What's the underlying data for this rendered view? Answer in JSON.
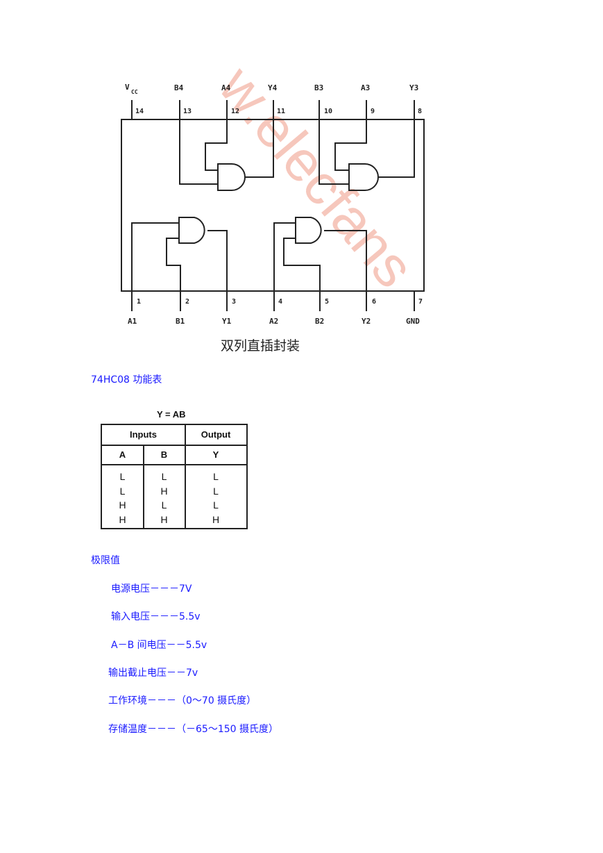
{
  "diagram": {
    "top_pins": [
      {
        "label": "V",
        "sub": "CC",
        "num": "14"
      },
      {
        "label": "B4",
        "num": "13"
      },
      {
        "label": "A4",
        "num": "12"
      },
      {
        "label": "Y4",
        "num": "11"
      },
      {
        "label": "B3",
        "num": "10"
      },
      {
        "label": "A3",
        "num": "9"
      },
      {
        "label": "Y3",
        "num": "8"
      }
    ],
    "bottom_pins": [
      {
        "label": "A1",
        "num": "1"
      },
      {
        "label": "B1",
        "num": "2"
      },
      {
        "label": "Y1",
        "num": "3"
      },
      {
        "label": "A2",
        "num": "4"
      },
      {
        "label": "B2",
        "num": "5"
      },
      {
        "label": "Y2",
        "num": "6"
      },
      {
        "label": "GND",
        "num": "7"
      }
    ],
    "watermark": "w.elecfans",
    "watermark_color": "#f3b4a6",
    "caption": "双列直插封装"
  },
  "function_table_title": "74HC08 功能表",
  "truth_table": {
    "equation": "Y = AB",
    "group_headers": [
      "Inputs",
      "Output"
    ],
    "columns": [
      "A",
      "B",
      "Y"
    ],
    "rows": [
      [
        "L",
        "L",
        "L"
      ],
      [
        "L",
        "H",
        "L"
      ],
      [
        "H",
        "L",
        "L"
      ],
      [
        "H",
        "H",
        "H"
      ]
    ],
    "watermark": "w"
  },
  "limits": {
    "title": "极限值",
    "items": [
      "电源电压－－－7V",
      "输入电压－－－5.5v",
      "A－B 间电压－－5.5v",
      "输出截止电压－－7v",
      "工作环境－－－（0～70 摄氏度）",
      "存储温度－－－（－65～150 摄氏度）"
    ]
  },
  "colors": {
    "text_blue": "#1a1aff",
    "line_dark": "#222222"
  }
}
